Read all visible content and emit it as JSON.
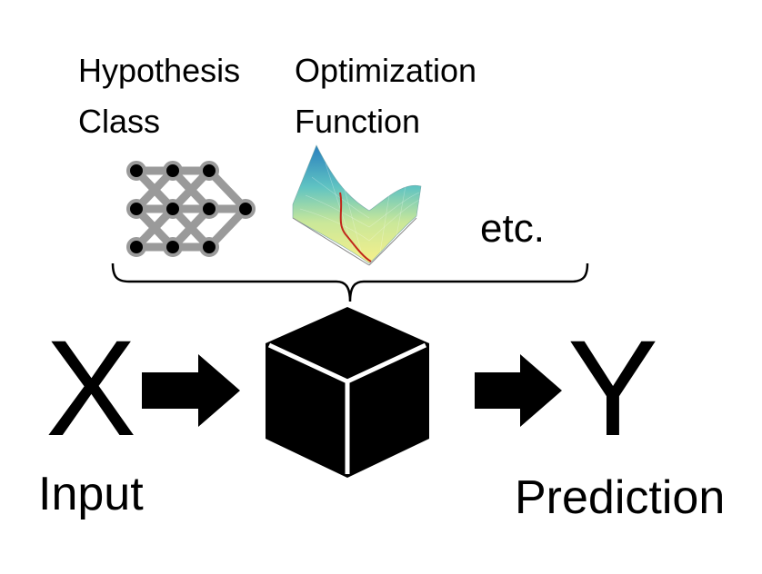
{
  "hypothesis": {
    "line1": "Hypothesis",
    "line2": "Class"
  },
  "optimization": {
    "line1": "Optimization",
    "line2": "Function"
  },
  "etc": "etc.",
  "input": {
    "symbol": "X",
    "label": "Input"
  },
  "output": {
    "symbol": "Y",
    "label": "Prediction"
  },
  "icons": {
    "network": "neural-network-icon",
    "surface": "loss-surface-icon",
    "box": "black-box-cube-icon",
    "arrow": "right-arrow-icon"
  }
}
